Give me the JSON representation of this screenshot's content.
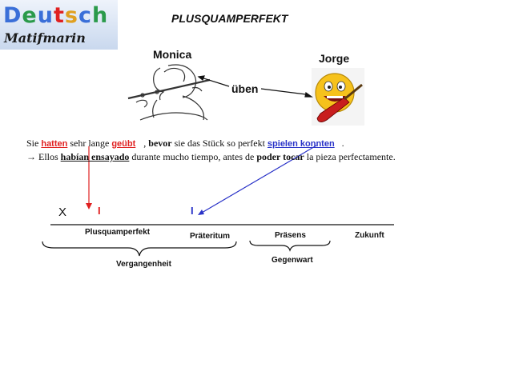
{
  "logo": {
    "letters": [
      {
        "ch": "D",
        "color": "#3a6fd8"
      },
      {
        "ch": "e",
        "color": "#2a9a4a"
      },
      {
        "ch": "u",
        "color": "#3a6fd8"
      },
      {
        "ch": "t",
        "color": "#e02020"
      },
      {
        "ch": "s",
        "color": "#e0a020"
      },
      {
        "ch": "c",
        "color": "#3a6fd8"
      },
      {
        "ch": "h",
        "color": "#2a9a4a"
      }
    ],
    "subtitle": "Matifmarin"
  },
  "title": "PLUSQUAMPERFEKT",
  "people": {
    "left": "Monica",
    "right": "Jorge"
  },
  "verb": "üben",
  "sentence": {
    "p1": "Sie ",
    "blank1": "hatten",
    "p2": " sehr lange ",
    "blank2": "geübt",
    "p3": ", ",
    "bevor": "bevor",
    "p4": " sie das Stück so perfekt ",
    "blank3": "spielen konnten",
    "p5": " ."
  },
  "translation": {
    "p1": "→ Ellos ",
    "habian": "habían ensayado",
    "p2": " durante mucho tiempo, antes de ",
    "poder": "poder tocar",
    "p3": " la pieza perfectamente."
  },
  "timeline": {
    "x_mark": "X",
    "tick_red": "I",
    "tick_blue": "I",
    "labels": {
      "plusquamperfekt": "Plusquamperfekt",
      "prateritum": "Präteritum",
      "prasens": "Präsens",
      "zukunft": "Zukunft",
      "gegenwart": "Gegenwart",
      "vergangenheit": "Vergangenheit"
    }
  },
  "colors": {
    "red": "#e02020",
    "blue": "#2a33c8"
  }
}
